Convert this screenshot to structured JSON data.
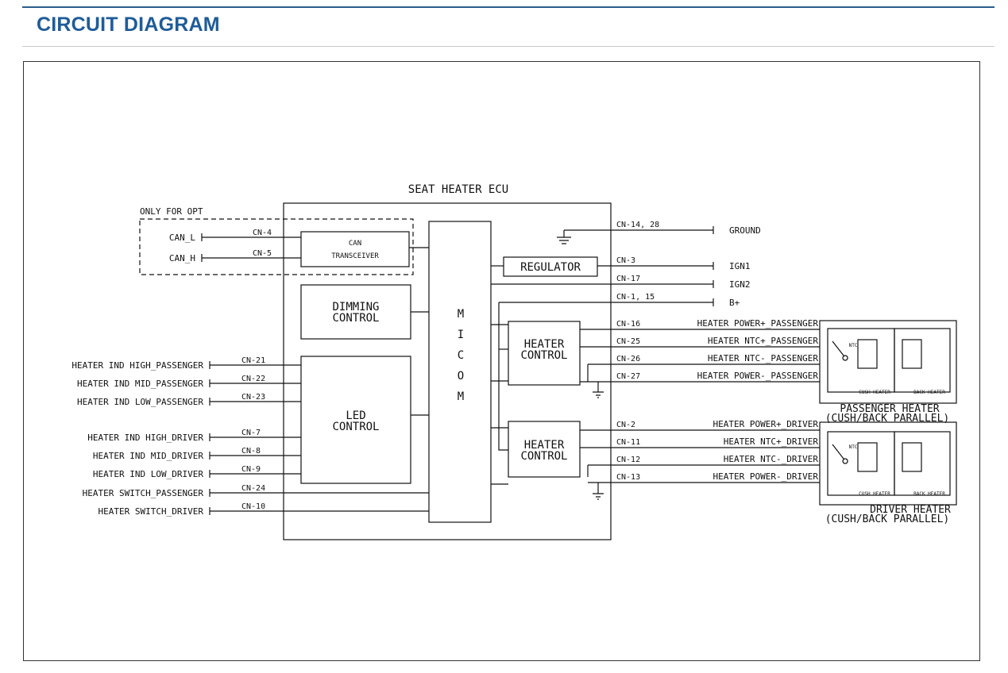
{
  "header": {
    "title": "CIRCUIT DIAGRAM"
  },
  "ecu": {
    "title": "SEAT HEATER ECU"
  },
  "opt": {
    "label": "ONLY FOR OPT"
  },
  "blocks": {
    "can_transceiver": [
      "CAN",
      "TRANSCEIVER"
    ],
    "dimming_control": [
      "DIMMING",
      "CONTROL"
    ],
    "led_control": [
      "LED",
      "CONTROL"
    ],
    "micom": [
      "M",
      "I",
      "C",
      "O",
      "M"
    ],
    "regulator": "REGULATOR",
    "heater_control": [
      "HEATER",
      "CONTROL"
    ]
  },
  "left_signals": [
    {
      "name": "CAN_L",
      "pin": "CN-4"
    },
    {
      "name": "CAN_H",
      "pin": "CN-5"
    },
    {
      "name": "HEATER IND HIGH_PASSENGER",
      "pin": "CN-21"
    },
    {
      "name": "HEATER IND MID_PASSENGER",
      "pin": "CN-22"
    },
    {
      "name": "HEATER IND LOW_PASSENGER",
      "pin": "CN-23"
    },
    {
      "name": "HEATER IND HIGH_DRIVER",
      "pin": "CN-7"
    },
    {
      "name": "HEATER IND MID_DRIVER",
      "pin": "CN-8"
    },
    {
      "name": "HEATER IND LOW_DRIVER",
      "pin": "CN-9"
    },
    {
      "name": "HEATER SWITCH_PASSENGER",
      "pin": "CN-24"
    },
    {
      "name": "HEATER SWITCH_DRIVER",
      "pin": "CN-10"
    }
  ],
  "right_power": [
    {
      "pin": "CN-14, 28",
      "name": "GROUND"
    },
    {
      "pin": "CN-3",
      "name": "IGN1"
    },
    {
      "pin": "CN-17",
      "name": "IGN2"
    },
    {
      "pin": "CN-1, 15",
      "name": "B+"
    }
  ],
  "passenger_signals": [
    {
      "pin": "CN-16",
      "name": "HEATER POWER+_PASSENGER"
    },
    {
      "pin": "CN-25",
      "name": "HEATER NTC+_PASSENGER"
    },
    {
      "pin": "CN-26",
      "name": "HEATER NTC-_PASSENGER"
    },
    {
      "pin": "CN-27",
      "name": "HEATER POWER-_PASSENGER"
    }
  ],
  "driver_signals": [
    {
      "pin": "CN-2",
      "name": "HEATER POWER+_DRIVER"
    },
    {
      "pin": "CN-11",
      "name": "HEATER NTC+_DRIVER"
    },
    {
      "pin": "CN-12",
      "name": "HEATER NTC-_DRIVER"
    },
    {
      "pin": "CN-13",
      "name": "HEATER POWER-_DRIVER"
    }
  ],
  "heater_elements": {
    "ntc": "NTC",
    "cush": "CUSH HEATER",
    "back": "BACK HEATER"
  },
  "passenger_heater": [
    "PASSENGER HEATER",
    "(CUSH/BACK PARALLEL)"
  ],
  "driver_heater": [
    "DRIVER HEATER",
    "(CUSH/BACK PARALLEL)"
  ],
  "colors": {
    "title": "#1f5c99",
    "rule": "#2b5d8c",
    "line": "#111111"
  }
}
